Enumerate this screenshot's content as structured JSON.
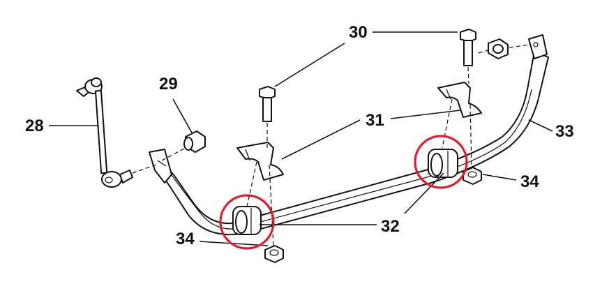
{
  "diagram": {
    "callouts": {
      "c28": "28",
      "c29": "29",
      "c30": "30",
      "c31": "31",
      "c32": "32",
      "c33": "33",
      "c34_left": "34",
      "c34_right": "34"
    },
    "highlight_color": "#e01b24"
  }
}
